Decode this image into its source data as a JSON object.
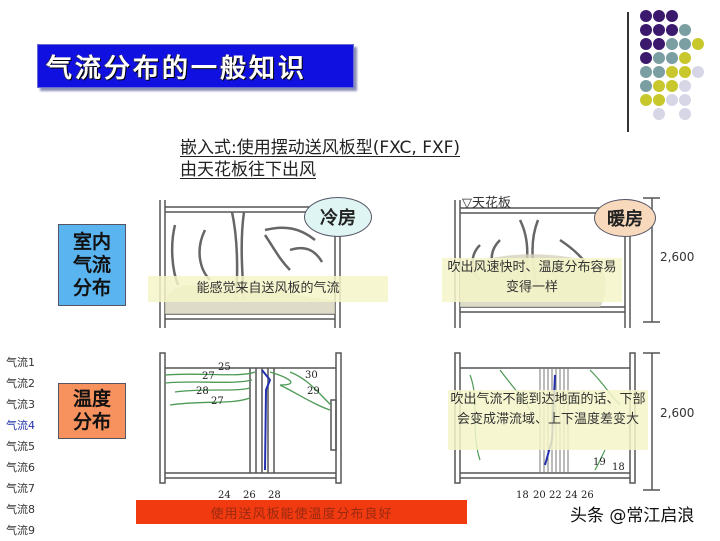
{
  "slide": {
    "title": "气流分布的一般知识",
    "heading_line1": "嵌入式:使用摆动送风板型(FXC, FXF)",
    "heading_line2": "由天花板往下出风"
  },
  "row_labels": {
    "airflow": "室内\n气流\n分布",
    "temperature": "温度\n分布"
  },
  "row_label_colors": {
    "airflow": "#5ab4f0",
    "temperature": "#f7925e"
  },
  "panels": {
    "cooling": {
      "mode_label": "冷房",
      "note": "能感觉来自送风板的气流",
      "bubble_color": "#dff5f3"
    },
    "heating": {
      "mode_label": "暖房",
      "ceiling_label": "▽天花板",
      "note": "吹出风速快时、温度分布容易变得一样",
      "bubble_color": "#f8d9bc",
      "height_dim": "2,600"
    },
    "cooling_temp": {
      "isotherm_labels": [
        "25",
        "27",
        "28",
        "27",
        "30",
        "29"
      ],
      "bottom_labels": [
        "24",
        "26",
        "28"
      ]
    },
    "heating_temp": {
      "note": "吹出气流不能到达地面的话、下部会变成滞流域、上下温度差变大",
      "isotherm_labels": [
        "19",
        "18"
      ],
      "bottom_labels": [
        "18",
        "20",
        "22",
        "24",
        "26"
      ],
      "height_dim": "2,600"
    }
  },
  "side_list": {
    "items": [
      "气流1",
      "气流2",
      "气流3",
      "气流4",
      "气流5",
      "气流6",
      "气流7",
      "气流8",
      "气流9"
    ],
    "active_index": 3
  },
  "footer": {
    "banner": "使用送风板能使温度分布良好",
    "banner_color": "#f23a10",
    "watermark": "头条 @常江启浪"
  },
  "decor_dots": {
    "colors": {
      "purple": "#3b1a6e",
      "teal": "#7a9ea2",
      "yellow": "#c8c82c",
      "lavender": "#d6d6e6"
    }
  }
}
